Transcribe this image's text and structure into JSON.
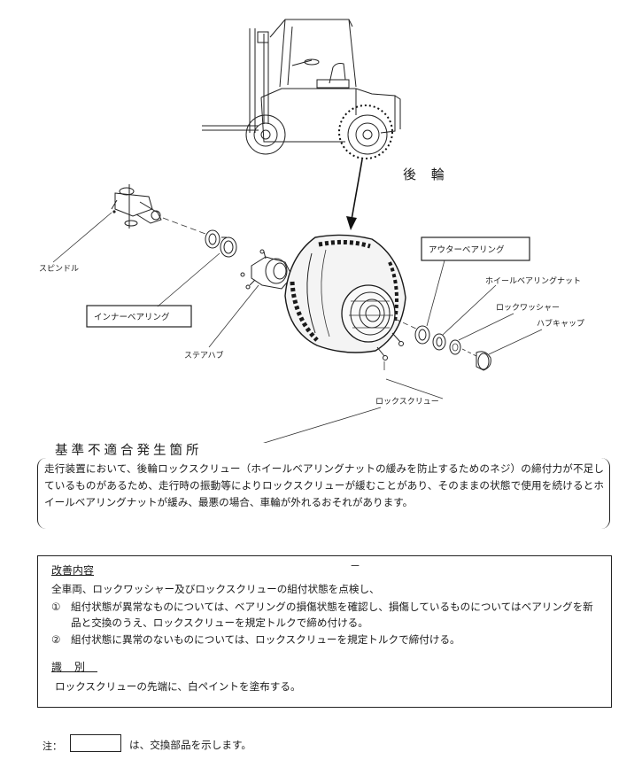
{
  "diagram": {
    "rear_wheel_label": "後 輪",
    "spindle": "スピンドル",
    "inner_bearing": "インナーベアリング",
    "steer_hub": "ステアハブ",
    "outer_bearing": "アウターベアリング",
    "wheel_bearing_nut": "ホイールベアリングナット",
    "lock_washer": "ロックワッシャー",
    "hub_cap": "ハブキャップ",
    "lock_screw": "ロックスクリュー"
  },
  "issue": {
    "title": "基準不適合発生箇所",
    "text": "走行装置において、後輪ロックスクリュー（ホイールベアリングナットの緩みを防止するためのネジ）の締付力が不足しているものがあるため、走行時の振動等によりロックスクリューが緩むことがあり、そのままの状態で使用を続けるとホイールベアリングナットが緩み、最悪の場合、車輪が外れるおそれがあります。"
  },
  "fix": {
    "title": "改善内容",
    "dash": "－",
    "intro": "全車両、ロックワッシャー及びロックスクリューの組付状態を点検し、",
    "items": [
      {
        "num": "①",
        "text": "組付状態が異常なものについては、ベアリングの損傷状態を確認し、損傷しているものについてはベアリングを新品と交換のうえ、ロックスクリューを規定トルクで締め付ける。"
      },
      {
        "num": "②",
        "text": "組付状態に異常のないものについては、ロックスクリューを規定トルクで締付ける。"
      }
    ],
    "ident_title": "識別",
    "ident_text": "ロックスクリューの先端に、白ペイントを塗布する。"
  },
  "note": {
    "label": "注：",
    "text": "は、交換部品を示します。"
  }
}
